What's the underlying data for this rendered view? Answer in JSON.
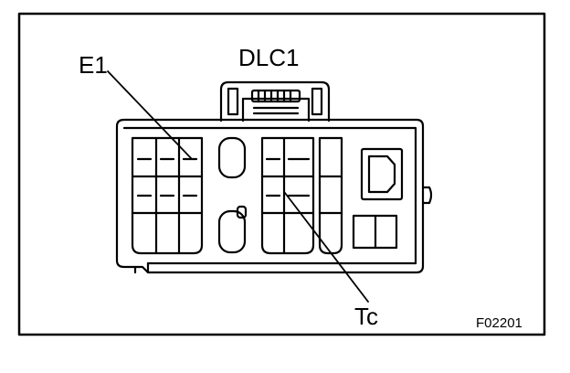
{
  "diagram": {
    "connector_name": "DLC1",
    "terminal_labels": {
      "e1": "E1",
      "tc": "Tc"
    },
    "figure_code": "F02201"
  }
}
